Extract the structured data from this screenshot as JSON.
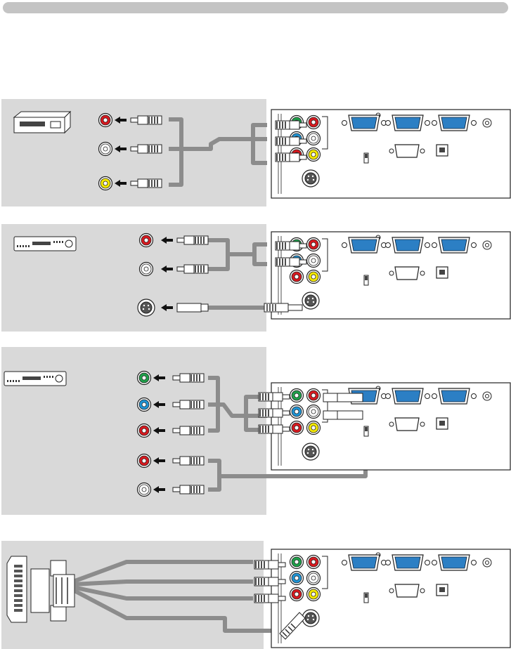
{
  "header_bar": {
    "color": "#c4c4c4"
  },
  "colors": {
    "panel_bg": "#d9d9d9",
    "cable": "#8c8c8c",
    "jack_red": "#d7191f",
    "jack_white": "#ffffff",
    "jack_yellow": "#f2e600",
    "jack_green": "#1fa04a",
    "jack_blue": "#1e93d4",
    "vga_port": "#2c7fc4"
  },
  "sections": [
    {
      "source_device": "vcr-icon",
      "source_jacks": [
        "red",
        "white",
        "yellow"
      ],
      "projector_ports": [
        "video-in",
        "audio-in-left",
        "audio-in-right"
      ]
    },
    {
      "source_device": "dvd-player-icon",
      "source_jacks": [
        "red",
        "white",
        "s-video"
      ],
      "projector_ports": [
        "s-video-in",
        "audio-in-left",
        "audio-in-right"
      ]
    },
    {
      "source_device": "dvd-player-icon",
      "source_jacks": [
        "green",
        "blue",
        "red",
        "red",
        "white"
      ],
      "projector_ports": [
        "component-y",
        "component-cb",
        "component-cr",
        "audio-in-left",
        "audio-in-right"
      ]
    },
    {
      "source_device": "scart-adapter-icon",
      "source_jacks": [
        "scart"
      ],
      "projector_ports": [
        "component-y",
        "component-cb",
        "component-cr",
        "video-in"
      ]
    }
  ]
}
